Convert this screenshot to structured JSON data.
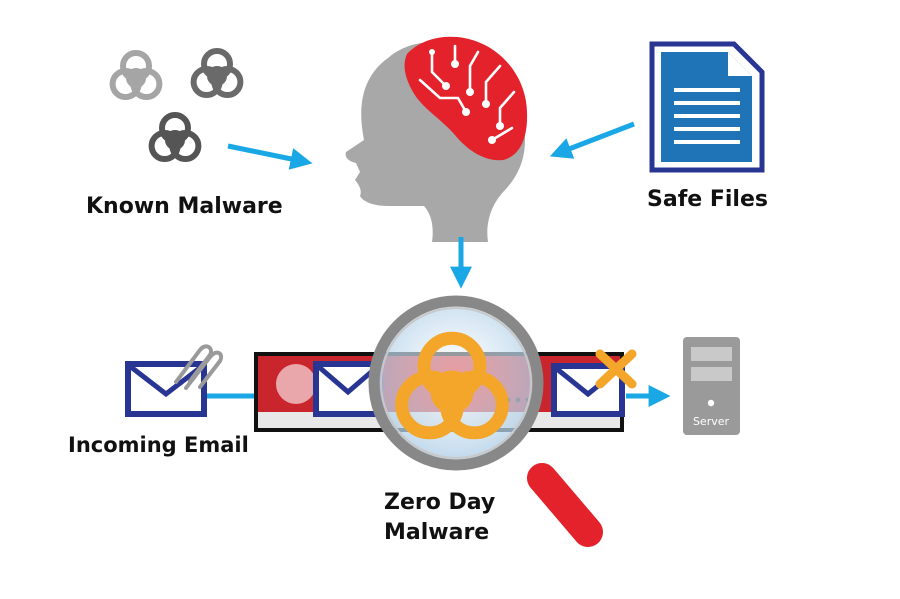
{
  "labels": {
    "known_malware": "Known Malware",
    "safe_files": "Safe Files",
    "incoming_email": "Incoming Email",
    "zero_day_line1": "Zero Day",
    "zero_day_line2": "Malware"
  },
  "server": {
    "caption": "Server"
  },
  "icons": {
    "known": "biohazard-icon",
    "brain": "brain-circuit-icon",
    "safe": "document-icon",
    "email": "envelope-icon",
    "attachment": "paperclip-icon",
    "zero_day": "biohazard-icon",
    "magnifier": "magnifying-glass-icon",
    "blocked": "x-mark-icon",
    "server": "server-icon"
  },
  "colors": {
    "arrow": "#1aa7e6",
    "brain": "#e3222b",
    "head": "#a8a8a8",
    "document": "#1f74b8",
    "envelope_border": "#283593",
    "zero_day": "#f4a62a",
    "x_mark": "#f4a62a",
    "magnifier_handle": "#e3222b",
    "firewall": "#c9252d"
  }
}
